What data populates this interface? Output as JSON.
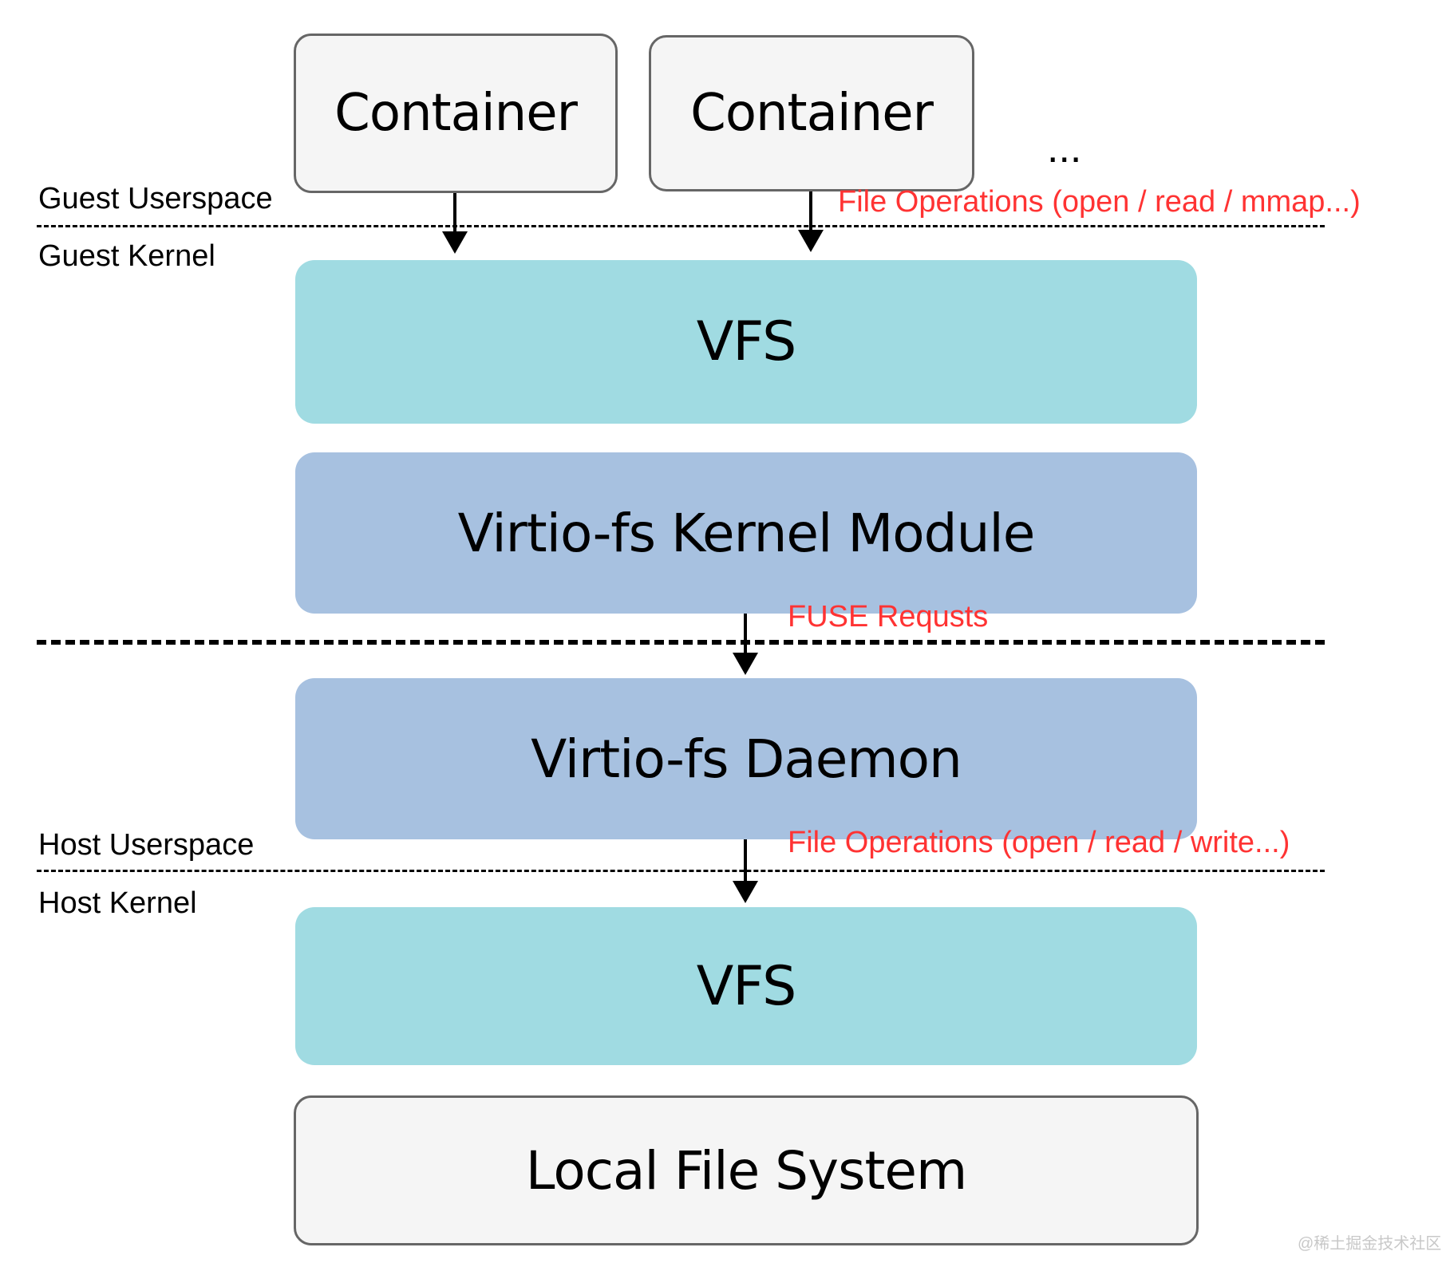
{
  "boxes": {
    "container1": "Container",
    "container2": "Container",
    "vfs_guest": "VFS",
    "virtio_kernel": "Virtio-fs Kernel Module",
    "virtio_daemon": "Virtio-fs Daemon",
    "vfs_host": "VFS",
    "local_fs": "Local File System"
  },
  "ellipsis": "...",
  "labels": {
    "guest_userspace": "Guest Userspace",
    "guest_kernel": "Guest Kernel",
    "host_userspace": "Host Userspace",
    "host_kernel": "Host Kernel"
  },
  "annotations": {
    "file_ops_guest": "File Operations (open / read / mmap...)",
    "fuse_requests": "FUSE Requsts",
    "file_ops_host": "File Operations (open / read / write...)"
  },
  "watermark": "@稀土掘金技术社区",
  "colors": {
    "vfs": "#a0dbe2",
    "virtio": "#a7c1e0",
    "container": "#f5f5f5",
    "annotation": "#ff3333"
  }
}
